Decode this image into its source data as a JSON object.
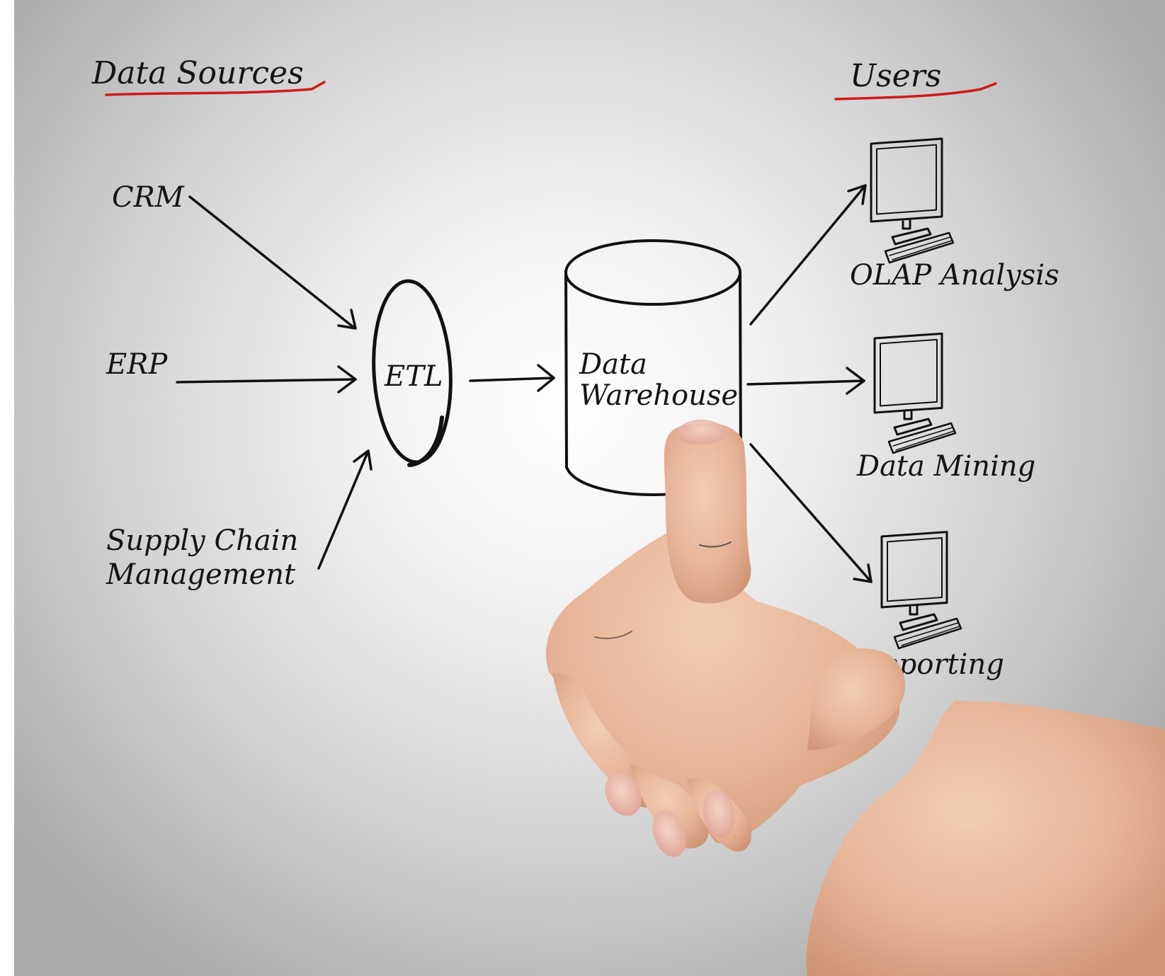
{
  "headings": {
    "sources": "Data Sources",
    "users": "Users"
  },
  "sources": [
    "CRM",
    "ERP",
    "Supply Chain",
    "Management"
  ],
  "etl": "ETL",
  "warehouse": [
    "Data",
    "Warehouse"
  ],
  "users": [
    "OLAP Analysis",
    "Data Mining",
    "Reporting"
  ],
  "colors": {
    "ink": "#111111",
    "underline": "#d01919",
    "background_center": "#ffffff",
    "background_edge": "#a9a9a9",
    "skin": "#e9b99a"
  },
  "icons": [
    "computer-icon",
    "database-cylinder-icon",
    "arrow-icon",
    "pointing-hand"
  ]
}
